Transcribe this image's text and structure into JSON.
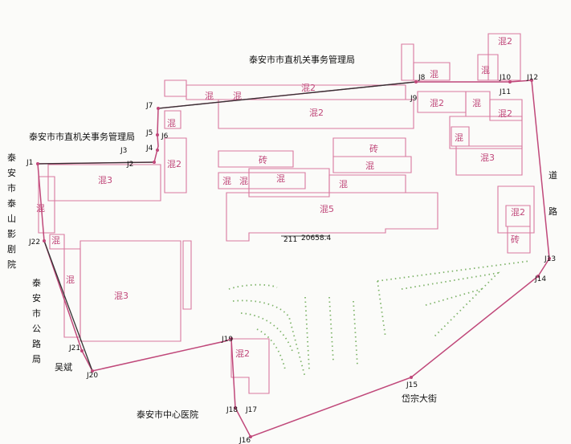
{
  "labels": {
    "top_bureau": "泰安市市直机关事务管理局",
    "left_bureau": "泰安市市直机关事务管理局",
    "theater": "泰安市泰山影剧院",
    "highway": "泰安市公路局",
    "hospital": "泰安市中心医院",
    "person": "吴斌",
    "street": "岱宗大街",
    "road": "道路",
    "area": "20658.4",
    "parcel": "211"
  },
  "points": [
    "J1",
    "J2",
    "J3",
    "J4",
    "J5",
    "J6",
    "J7",
    "J8",
    "J9",
    "J10",
    "J11",
    "J12",
    "J13",
    "J14",
    "J15",
    "J16",
    "J17",
    "J18",
    "J19",
    "J20",
    "J21",
    "J22"
  ],
  "buildings": [
    "混2",
    "混",
    "混",
    "混",
    "混2",
    "混2",
    "混2",
    "混2",
    "混3",
    "混2",
    "混3",
    "混",
    "混2",
    "混",
    "混3",
    "混",
    "混",
    "混",
    "混",
    "混",
    "混",
    "混5",
    "混",
    "混",
    "混",
    "混3",
    "混2",
    "砖",
    "砖",
    "混",
    "砖",
    "混",
    "混2",
    "混2"
  ]
}
